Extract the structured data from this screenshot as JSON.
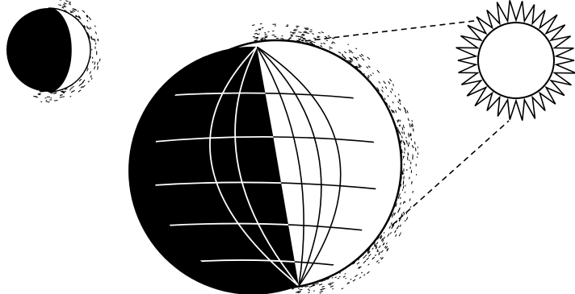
{
  "diagram": {
    "bodies": [
      {
        "name": "moon",
        "phase": "crescent",
        "lit_side": "right"
      },
      {
        "name": "earth",
        "lit_side": "right",
        "graticule": true
      },
      {
        "name": "sun",
        "rays": true
      }
    ],
    "sight_lines": {
      "style": "dashed",
      "from": "earth",
      "to": "sun"
    },
    "colors": {
      "ink": "#000000",
      "lit": "#ffffff",
      "paper": "#ffffff"
    }
  }
}
